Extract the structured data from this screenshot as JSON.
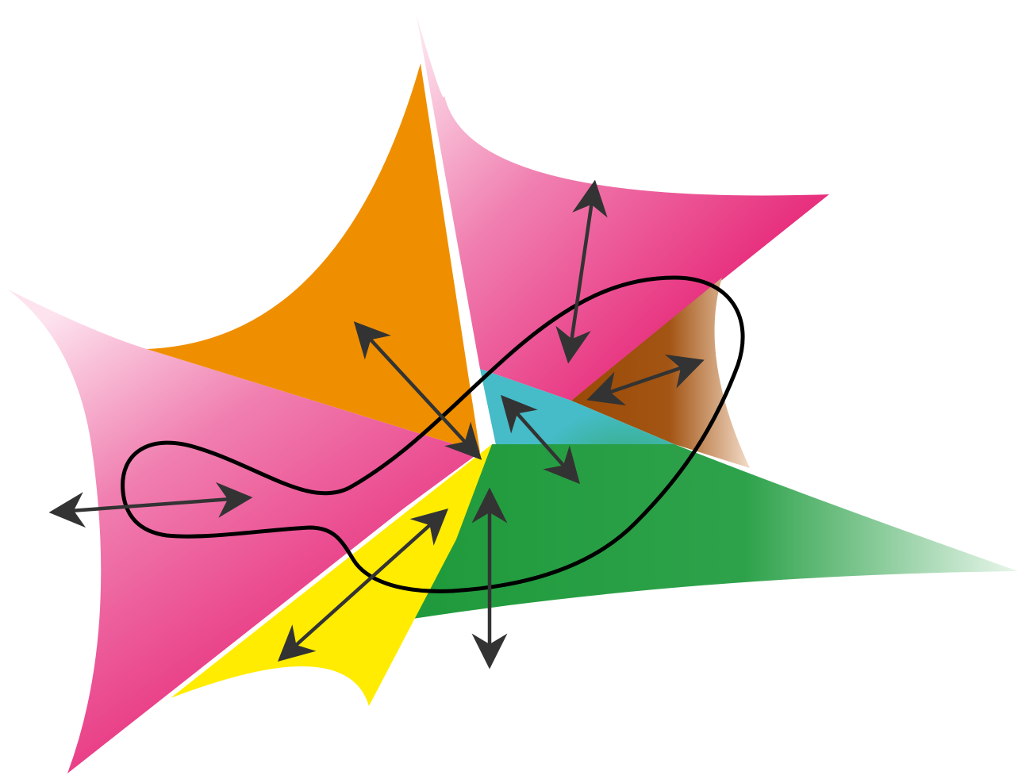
{
  "diagram": {
    "description_free": true,
    "colors": {
      "pink": "#e5176e",
      "pink_light": "#f6b7cf",
      "orange": "#ef8f00",
      "cyan": "#45bcc8",
      "brown": "#9a4a06",
      "brown_light": "#e7c3a4",
      "green": "#1f9a3b",
      "green_light": "#dff1e3",
      "yellow": "#ffec00",
      "arrow": "#333333",
      "loop": "#000000"
    },
    "regions": [
      {
        "name": "pink-left-region",
        "color": "pink"
      },
      {
        "name": "orange-region",
        "color": "orange"
      },
      {
        "name": "pink-top-region",
        "color": "pink"
      },
      {
        "name": "brown-region",
        "color": "brown"
      },
      {
        "name": "cyan-region",
        "color": "cyan"
      },
      {
        "name": "green-region",
        "color": "green"
      },
      {
        "name": "yellow-region",
        "color": "yellow"
      }
    ],
    "arrows_count": 7
  }
}
